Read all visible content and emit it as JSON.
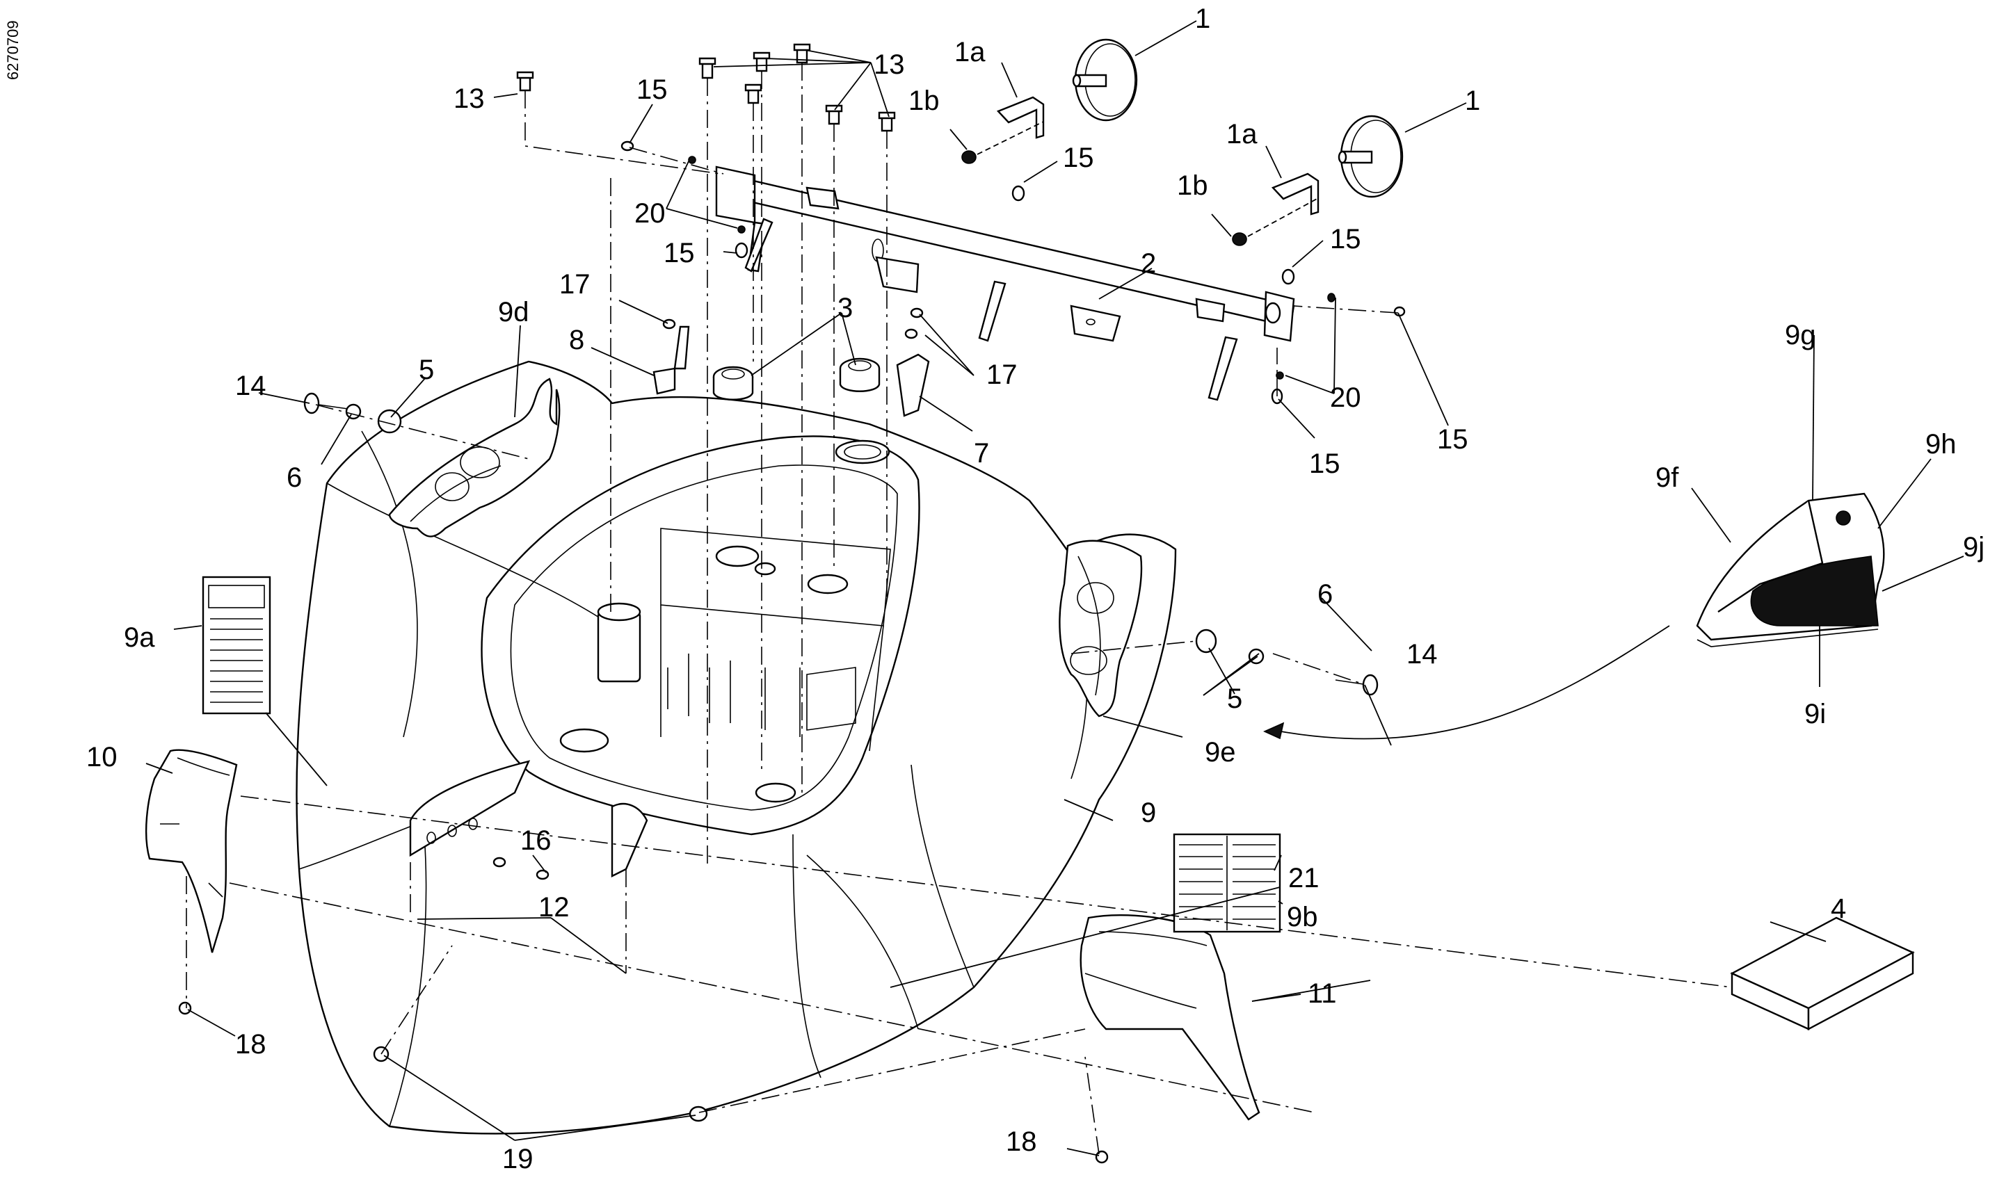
{
  "drawing_code": "6270709",
  "callouts": {
    "c1a": "1",
    "c1b": "1",
    "c1a_a": "1a",
    "c1a_b": "1a",
    "c1b_a": "1b",
    "c1b_b": "1b",
    "c2": "2",
    "c3": "3",
    "c4": "4",
    "c5a": "5",
    "c5b": "5",
    "c6a": "6",
    "c6b": "6",
    "c7": "7",
    "c8": "8",
    "c9": "9",
    "c9a": "9a",
    "c9b": "9b",
    "c9d": "9d",
    "c9e": "9e",
    "c9f": "9f",
    "c9g": "9g",
    "c9h": "9h",
    "c9i": "9i",
    "c9j": "9j",
    "c10": "10",
    "c11": "11",
    "c12": "12",
    "c13a": "13",
    "c13b": "13",
    "c14a": "14",
    "c14b": "14",
    "c15a": "15",
    "c15b": "15",
    "c15c": "15",
    "c15d": "15",
    "c15e": "15",
    "c15f": "15",
    "c16": "16",
    "c17a": "17",
    "c17b": "17",
    "c18a": "18",
    "c18b": "18",
    "c19": "19",
    "c20a": "20",
    "c20b": "20",
    "c21": "21"
  }
}
